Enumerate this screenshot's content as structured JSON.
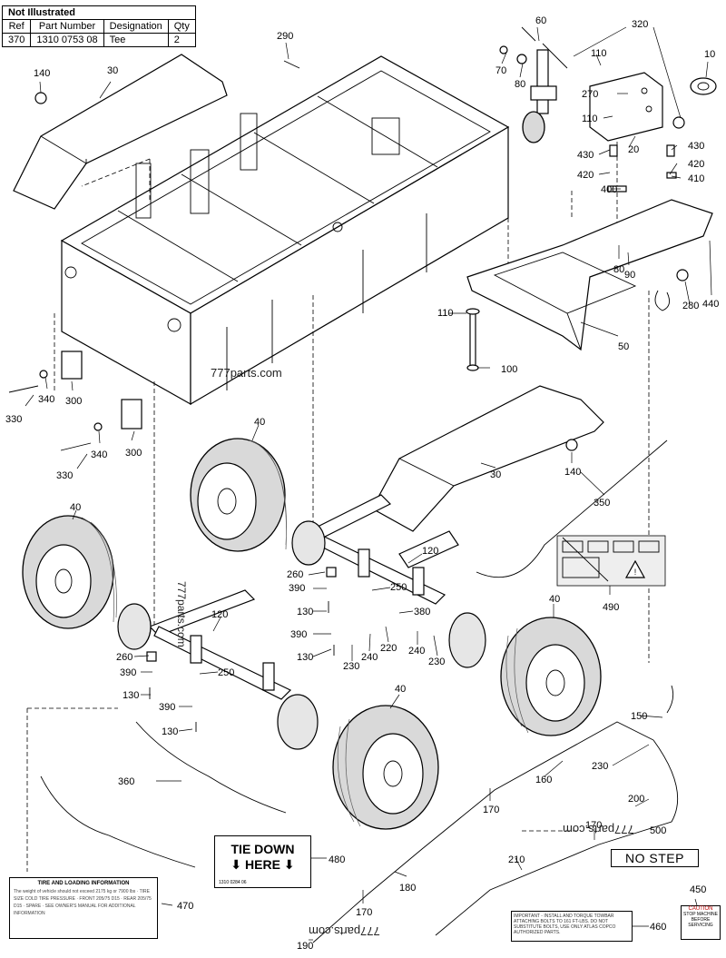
{
  "not_illustrated": {
    "title": "Not Illustrated",
    "headers": [
      "Ref",
      "Part Number",
      "Designation",
      "Qty"
    ],
    "rows": [
      [
        "370",
        "1310 0753 08",
        "Tee",
        "2"
      ]
    ]
  },
  "callouts": [
    {
      "id": "c10",
      "text": "10"
    },
    {
      "id": "c20",
      "text": "20"
    },
    {
      "id": "c30a",
      "text": "30"
    },
    {
      "id": "c30b",
      "text": "30"
    },
    {
      "id": "c40a",
      "text": "40"
    },
    {
      "id": "c40b",
      "text": "40"
    },
    {
      "id": "c40c",
      "text": "40"
    },
    {
      "id": "c40d",
      "text": "40"
    },
    {
      "id": "c50",
      "text": "50"
    },
    {
      "id": "c60",
      "text": "60"
    },
    {
      "id": "c70",
      "text": "70"
    },
    {
      "id": "c80a",
      "text": "80"
    },
    {
      "id": "c80b",
      "text": "80"
    },
    {
      "id": "c90",
      "text": "90"
    },
    {
      "id": "c100",
      "text": "100"
    },
    {
      "id": "c110a",
      "text": "110"
    },
    {
      "id": "c110b",
      "text": "110"
    },
    {
      "id": "c110c",
      "text": "110"
    },
    {
      "id": "c120a",
      "text": "120"
    },
    {
      "id": "c120b",
      "text": "120"
    },
    {
      "id": "c130a",
      "text": "130"
    },
    {
      "id": "c130b",
      "text": "130"
    },
    {
      "id": "c130c",
      "text": "130"
    },
    {
      "id": "c130d",
      "text": "130"
    },
    {
      "id": "c140a",
      "text": "140"
    },
    {
      "id": "c140b",
      "text": "140"
    },
    {
      "id": "c150",
      "text": "150"
    },
    {
      "id": "c160",
      "text": "160"
    },
    {
      "id": "c170a",
      "text": "170"
    },
    {
      "id": "c170b",
      "text": "170"
    },
    {
      "id": "c170c",
      "text": "170"
    },
    {
      "id": "c180",
      "text": "180"
    },
    {
      "id": "c190",
      "text": "190"
    },
    {
      "id": "c200",
      "text": "200"
    },
    {
      "id": "c210",
      "text": "210"
    },
    {
      "id": "c220",
      "text": "220"
    },
    {
      "id": "c230a",
      "text": "230"
    },
    {
      "id": "c230b",
      "text": "230"
    },
    {
      "id": "c230c",
      "text": "230"
    },
    {
      "id": "c240a",
      "text": "240"
    },
    {
      "id": "c240b",
      "text": "240"
    },
    {
      "id": "c250a",
      "text": "250"
    },
    {
      "id": "c250b",
      "text": "250"
    },
    {
      "id": "c260a",
      "text": "260"
    },
    {
      "id": "c260b",
      "text": "260"
    },
    {
      "id": "c270",
      "text": "270"
    },
    {
      "id": "c280",
      "text": "280"
    },
    {
      "id": "c290",
      "text": "290"
    },
    {
      "id": "c300a",
      "text": "300"
    },
    {
      "id": "c300b",
      "text": "300"
    },
    {
      "id": "c320",
      "text": "320"
    },
    {
      "id": "c330a",
      "text": "330"
    },
    {
      "id": "c330b",
      "text": "330"
    },
    {
      "id": "c340a",
      "text": "340"
    },
    {
      "id": "c340b",
      "text": "340"
    },
    {
      "id": "c350",
      "text": "350"
    },
    {
      "id": "c360",
      "text": "360"
    },
    {
      "id": "c380",
      "text": "380"
    },
    {
      "id": "c390a",
      "text": "390"
    },
    {
      "id": "c390b",
      "text": "390"
    },
    {
      "id": "c390c",
      "text": "390"
    },
    {
      "id": "c390d",
      "text": "390"
    },
    {
      "id": "c400",
      "text": "400"
    },
    {
      "id": "c410",
      "text": "410"
    },
    {
      "id": "c420a",
      "text": "420"
    },
    {
      "id": "c420b",
      "text": "420"
    },
    {
      "id": "c430a",
      "text": "430"
    },
    {
      "id": "c430b",
      "text": "430"
    },
    {
      "id": "c440",
      "text": "440"
    },
    {
      "id": "c450",
      "text": "450"
    },
    {
      "id": "c460",
      "text": "460"
    },
    {
      "id": "c470",
      "text": "470"
    },
    {
      "id": "c480",
      "text": "480"
    },
    {
      "id": "c490",
      "text": "490"
    },
    {
      "id": "c500",
      "text": "500"
    }
  ],
  "decals": {
    "tie_down_line1": "TIE DOWN",
    "tie_down_line2": "HERE",
    "tie_down_small": "1310 0284 06",
    "no_step": "NO STEP",
    "tire_title": "TIRE AND LOADING INFORMATION",
    "tire_body": "The weight of vehicle should not exceed 2175 kg or 7900 lbs · TIRE SIZE COLD TIRE PRESSURE · FRONT 205/75 D15 · REAR 205/75 D15 · SPARE · SEE OWNER'S MANUAL FOR ADDITIONAL INFORMATION",
    "important_text": "IMPORTANT - INSTALL AND TORQUE TOWBAR ATTACHING BOLTS TO 161 FT-LBS. DO NOT SUBSTITUTE BOLTS, USE ONLY ATLAS COPCO AUTHORIZED PARTS.",
    "caution_title": "CAUTION",
    "caution_body": "STOP MACHINE BEFORE SERVICING"
  },
  "watermarks": [
    "777parts.com",
    "777parts.com",
    "777parts.com",
    "777parts.com"
  ]
}
